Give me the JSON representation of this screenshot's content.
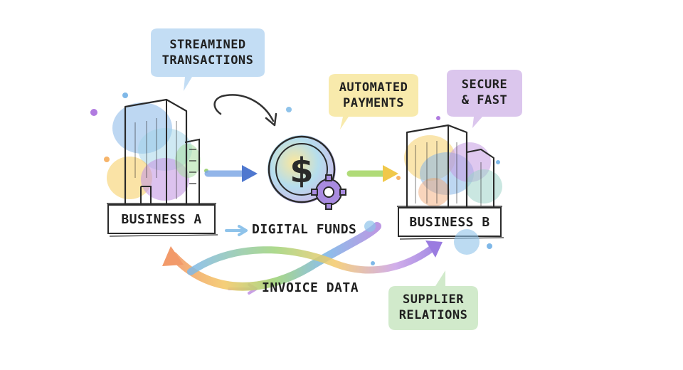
{
  "bubbles": {
    "streamlined": "STREAMINED\nTRANSACTIONS",
    "automated": "AUTOMATED\nPAYMENTS",
    "secure": "SECURE\n& FAST",
    "supplier": "SUPPLIER\nRELATIONS"
  },
  "nodes": {
    "business_a": "BUSINESS A",
    "business_b": "BUSINESS B"
  },
  "flows": {
    "digital_funds": "DIGITAL FUNDS",
    "invoice_data": "INVOICE DATA"
  },
  "icons": {
    "coin": "dollar-coin-icon",
    "gear": "gear-icon",
    "curl": "curved-arrow-icon"
  },
  "colors": {
    "bubble_blue": "#bcd9f3",
    "bubble_yellow": "#f8e9a8",
    "bubble_purple": "#d9c3ec",
    "bubble_green": "#cfe9c8",
    "arrow_blue": "#5b86d6",
    "arrow_green": "#9fd35a"
  }
}
